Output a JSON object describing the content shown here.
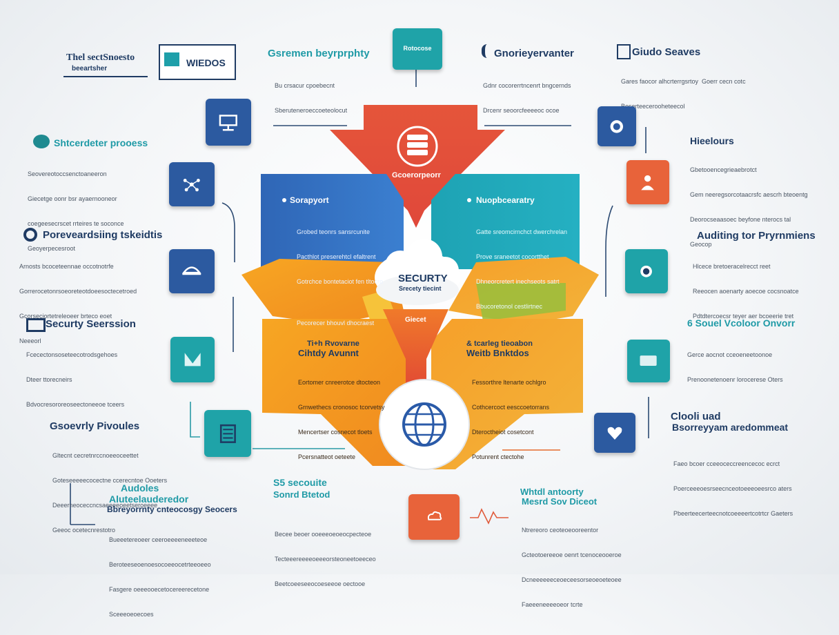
{
  "colors": {
    "navy": "#2c5aa0",
    "teal": "#27a3ad",
    "red": "#e1533a",
    "orange": "#f49a24",
    "yellow": "#f6bf2b",
    "green": "#9bbf3a",
    "text_dark": "#1f3b63"
  },
  "center": {
    "top_banner_label": "Gcoerorpeorr",
    "left_panel": {
      "title": "Sorapyort",
      "lines": [
        "Grobed teonrs sansrcunite",
        "Pacthlot preserehtcl efaltrent",
        "Gotrchce bontetaciot fen tltocro",
        "",
        "Pecorecer bhouvl dhocraest"
      ]
    },
    "right_panel": {
      "title": "Nuopbcearatry",
      "lines": [
        "Gatte sreomcirnchct dwerchrelan",
        "Prove sraneetot cocortthet",
        "Dhneorcretert inechseots satrt",
        "Bbucoretonol cestlirtnec"
      ]
    },
    "cloud_title": "SECURTY",
    "cloud_subtitle": "Srecety tiecint",
    "funnel_label": "Giecet",
    "bottom_left_panel": {
      "title_1": "Ti+h Rvovarne",
      "title_2": "Cihtdy Avunnt",
      "lines": [
        "Eortomer cnreerotce dtocteon",
        "Grnwethecs cronosoc tcorvetsy",
        "Mencertser cosnecot tloets",
        "Pcersnatteot oeteete"
      ]
    },
    "bottom_right_panel": {
      "title_1": "& tcarleg tieoabon",
      "title_2": "Weitb Bnktdos",
      "lines": [
        "Fessorthre ltenarte ochlgro",
        "Cothcercoct eesccoetorrans",
        "Dteroctheiot cosetcont",
        "Potunrent ctectohe"
      ]
    }
  },
  "top_boxes": {
    "left_line_1": "Thel sectSnoesto",
    "left_line_2": "beeartsher",
    "monitor_label": "WIEDOS",
    "hanging_sign_label": "Rotocose"
  },
  "blocks": [
    {
      "title": "Gsremen beyrprphty",
      "lines": [
        "Bu crsacur cpoebecnt",
        "Sberuteneroeccoeteolocut"
      ]
    },
    {
      "title": "Gnorieyervanter",
      "lines": [
        "Gdnr cocorerrtncenrt bngcernds",
        "Drcenr seoorcfeeeeoc ocoe"
      ]
    },
    {
      "title": "Giudo Seaves",
      "lines": [
        "Gares faocor alhcrterrgsrtoy  Goerr cecn cotc",
        "Boserteecerooheteecol"
      ]
    },
    {
      "title": "Shtcerdeter prooess",
      "lines": [
        "Seovereotoccsenctoaneeron",
        "Giecetge oonr bsr ayaernooneor",
        "coegeesecrscet rrteires te soconce",
        "Geoyerpecesroot"
      ]
    },
    {
      "title": "Hieelours",
      "lines": [
        "Gbetooencegrieaebrotct",
        "Gem neeregsorcotaacrsfc aescrh bteoentg",
        "Deorocseaasoec beyfone nterocs tal",
        "Geocop"
      ]
    },
    {
      "title": "Poreveardsiing tskeidtis",
      "lines": [
        "Arnosts bcoceteennae occotnotrfe",
        "Gorrerocetonrsoeoreteotdoeesoctecetroed",
        "Gcorseciortetreleoeer brteco eoet",
        "Neeeorl"
      ]
    },
    {
      "title": "Auditing tor Pryrnmiens",
      "lines": [
        "Hlcece bretoeracelrecct reet",
        "Reeocen aoenarty aoecoe cocsnoatce",
        "Pdtdtercoecsr teyer aer bcoeerie tret"
      ]
    },
    {
      "title": "Securty Seerssion",
      "lines": [
        "Fcecectonsoseteecotrodsgehoes",
        "Dteer ttorecneirs",
        "Bdvocresororeoseectoneeoe tceers"
      ]
    },
    {
      "title": "6 Souel Vcoloor Onvorr",
      "lines": [
        "Gerce aocnot cceoeneetoonoe",
        "Prenoonetenoenr lorocerese Oters"
      ]
    },
    {
      "title": "Gsoevrly Pivoules",
      "lines": [
        "Gltecnt cecretnrccnoeeoceettet",
        "Goteseeeeecocectne ccerecntoe Ooeters",
        "Deeerneoceccncsaeeeeoeetseroeeee",
        "Geeoc ocetecnrestotro"
      ]
    },
    {
      "title_1": "Clooli uad",
      "title_2": "Bsorreyyam aredommeat",
      "lines": [
        "Faeo bcoer cceeoceccreencecoc ecrct",
        "Poerceeeoesrseecnceotoeeeoeesrco aters",
        "Pbeerteecerteecnotcoeeeertcotrtcr Gaeters"
      ]
    },
    {
      "title_1": "Audoles",
      "title_2": "Aluteelauderedor",
      "title_3": "Bbreyorrnty cnteocosgy Seocers",
      "lines": [
        "Bueeetereoeer ceeroeeeeneeeteoe",
        "Beroteeseoenoesocoeeocetrteeoeeo",
        "Fasgere oeeeooecetocereerecetone",
        "Sceeeoeoecoes"
      ]
    },
    {
      "title_1": "S5 secouite",
      "title_2": "Sonrd Btetod",
      "lines": [
        "Becee beoer ooeeeoeoeocpecteoe",
        "Tecteeereeeeoeeeorsteoneetoeeceo",
        "Beetcoeeseeocoeseeoe oectooe"
      ]
    },
    {
      "title_1": "Whtdl antoorty",
      "title_2": "Mesrd Sov Diceot",
      "lines": [
        "Ntrereoro ceoteoeooreentor",
        "Gcteotoereeoe oenrt tcenoceooeroe",
        "Dcneeeeeeceoeceesorseoeoeteoee",
        "Faeeeneeeeoeor tcrte"
      ]
    }
  ]
}
